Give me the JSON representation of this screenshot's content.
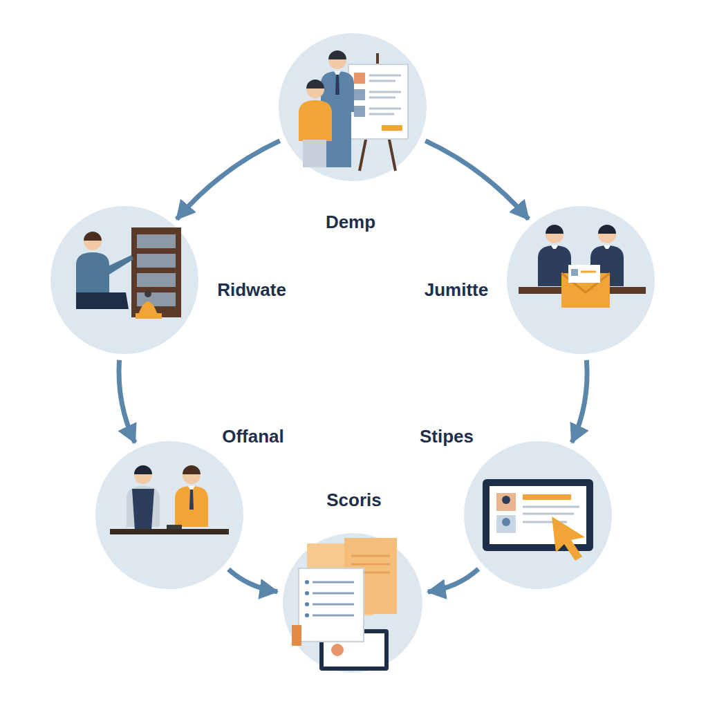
{
  "diagram": {
    "nodes": [
      {
        "text": [
          "Demp"
        ]
      },
      {
        "text": [
          "Ridwate"
        ]
      },
      {
        "text": [
          "Jumitte"
        ]
      },
      {
        "text": [
          "Offanal"
        ]
      },
      {
        "text": [
          "Stipes"
        ]
      },
      {
        "text": [
          "Scoris"
        ]
      }
    ],
    "edges": [
      {
        "from": 0,
        "to": 1,
        "arrow": "to"
      },
      {
        "from": 0,
        "to": 2,
        "arrow": "to"
      },
      {
        "from": 1,
        "to": 3,
        "arrow": "to"
      },
      {
        "from": 2,
        "to": 4,
        "arrow": "to"
      },
      {
        "from": 3,
        "to": 5,
        "arrow": "to"
      },
      {
        "from": 4,
        "to": 5,
        "arrow": "to"
      }
    ]
  }
}
